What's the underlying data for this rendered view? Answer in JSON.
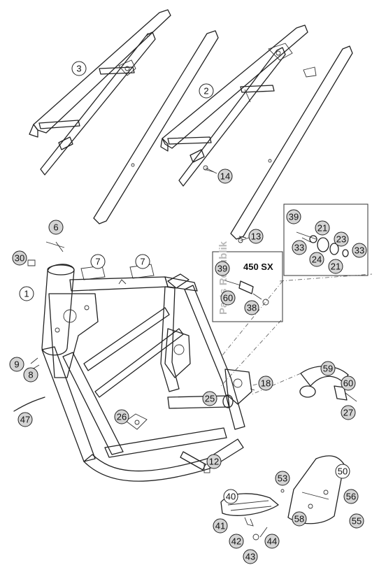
{
  "variant_label": "450 SX",
  "watermark": "Parts Republik",
  "callouts": {
    "c3": "3",
    "c2": "2",
    "c14": "14",
    "c13": "13",
    "c6": "6",
    "c30": "30",
    "c7a": "7",
    "c7b": "7",
    "c1": "1",
    "c9": "9",
    "c8": "8",
    "c47": "47",
    "c26": "26",
    "c12": "12",
    "c25": "25",
    "c18": "18",
    "c39a": "39",
    "c33a": "33",
    "c21a": "21",
    "c23": "23",
    "c33b": "33",
    "c24": "24",
    "c21b": "21",
    "c39b": "39",
    "c60a": "60",
    "c38": "38",
    "c59": "59",
    "c60b": "60",
    "c27": "27",
    "c53": "53",
    "c50": "50",
    "c40": "40",
    "c56": "56",
    "c58": "58",
    "c55": "55",
    "c41": "41",
    "c42": "42",
    "c44": "44",
    "c43": "43"
  }
}
